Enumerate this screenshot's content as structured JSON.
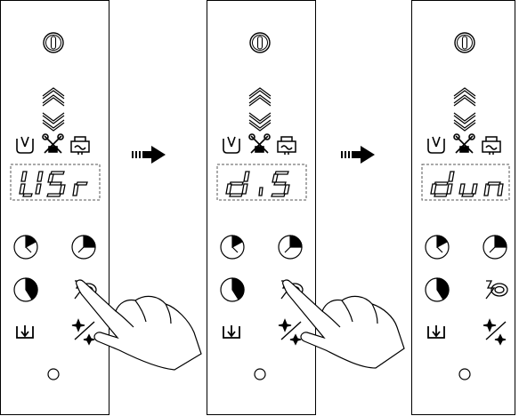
{
  "figure": {
    "panels": [
      {
        "display": "USr",
        "touch": true
      },
      {
        "display": "d,S",
        "touch": true
      },
      {
        "display": "dun",
        "touch": false
      }
    ],
    "arrows": 2,
    "colors": {
      "stroke": "#000000",
      "background": "#ffffff",
      "display_dash": "#555555"
    },
    "icons": {
      "power": "power-button-icon",
      "up": "double-chevron-up-icon",
      "down": "double-chevron-down-icon",
      "status": [
        "basin-icon",
        "service-tools-icon",
        "water-tank-icon"
      ],
      "timers": [
        "timer-1-icon",
        "timer-2-icon",
        "timer-3-icon",
        "express-wash-icon"
      ],
      "bottom": [
        "drain-icon",
        "sanitize-icon"
      ],
      "indicator": "indicator-circle-icon"
    }
  }
}
